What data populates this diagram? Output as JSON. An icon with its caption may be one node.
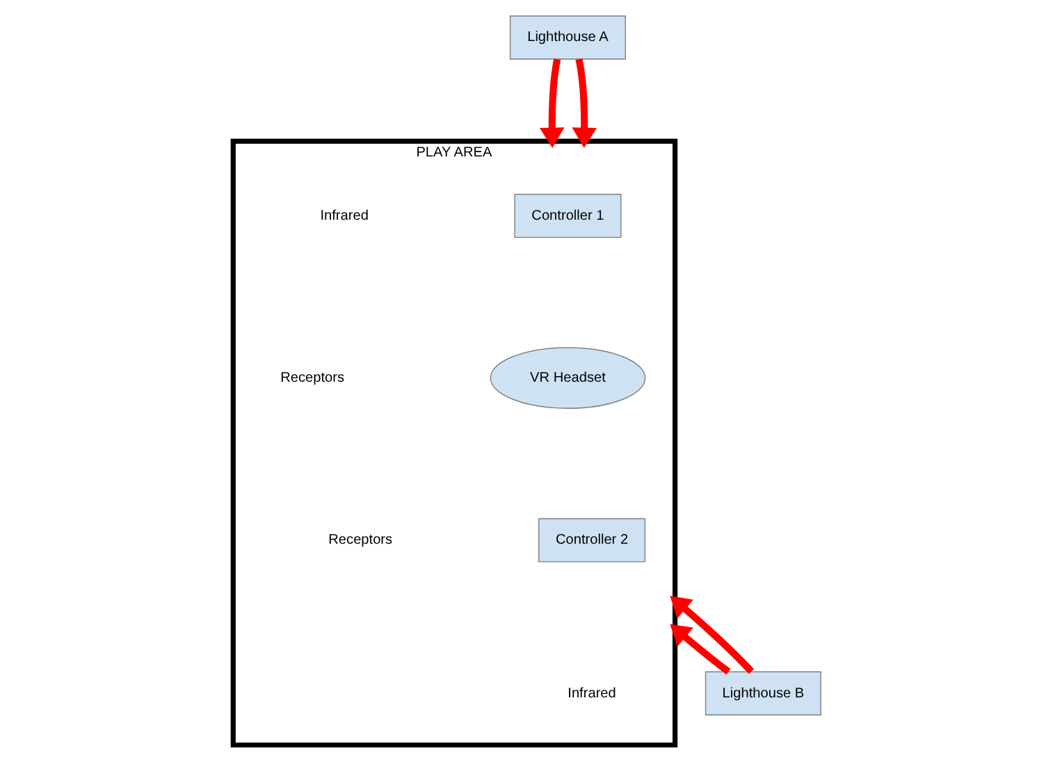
{
  "diagram": {
    "nodes": [
      {
        "text": [
          "PLAY AREA"
        ]
      },
      {
        "text": [
          "Lighthouse A"
        ]
      },
      {
        "text": [
          "Lighthouse B"
        ]
      },
      {
        "text": [
          "Controller 1"
        ],
        "in": 0
      },
      {
        "text": [
          "VR Headset"
        ],
        "in": 0
      },
      {
        "text": [
          "Controller 2"
        ],
        "in": 0
      }
    ],
    "edges": [
      {
        "from": 1,
        "to": 0,
        "arrow": "to",
        "color": "#ff0000"
      },
      {
        "from": 1,
        "to": 0,
        "arrow": "to",
        "color": "#ff0000"
      },
      {
        "from": 2,
        "to": 0,
        "arrow": "to",
        "color": "#ff0000"
      },
      {
        "from": 2,
        "to": 0,
        "arrow": "to",
        "color": "#ff0000"
      }
    ],
    "labels": [
      "Infrared",
      "Receptors",
      "Receptors",
      "Infrared"
    ]
  }
}
